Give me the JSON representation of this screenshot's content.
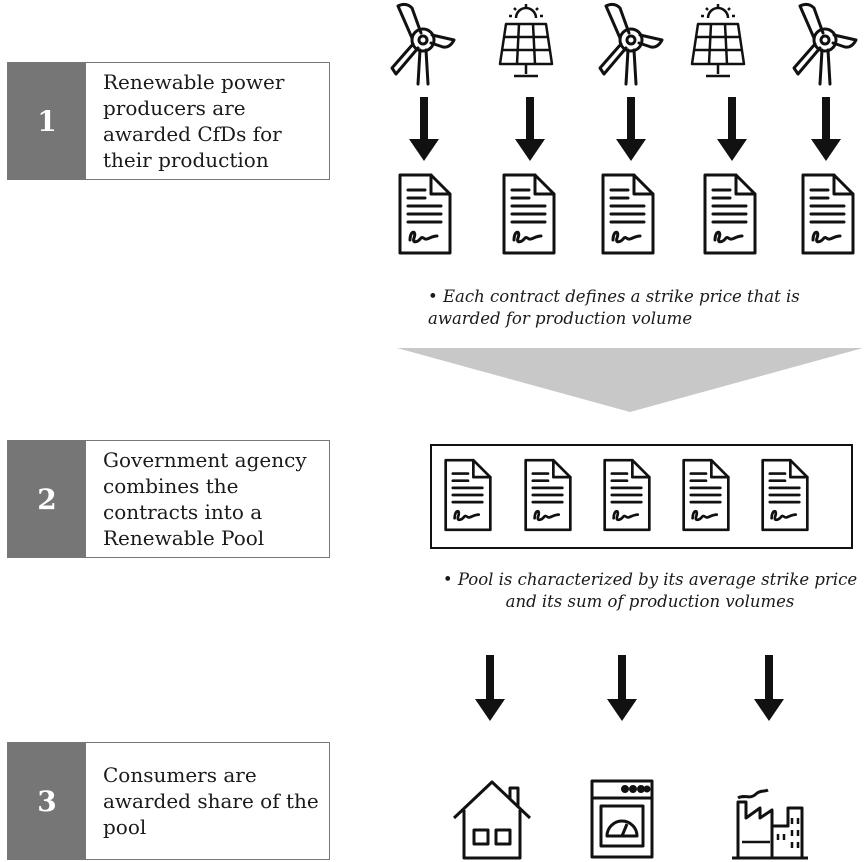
{
  "steps": [
    {
      "number": "1",
      "text": "Renewable power producers are awarded CfDs for their production"
    },
    {
      "number": "2",
      "text": "Government agency combines the contracts into a Renewable Pool"
    },
    {
      "number": "3",
      "text": "Consumers are awarded share of the pool"
    }
  ],
  "notes": {
    "contract": "• Each contract defines a strike price that is awarded for production volume",
    "pool": "• Pool is characterized by its average strike price and its sum of production volumes"
  },
  "producers": [
    "wind-turbine",
    "solar-panel",
    "wind-turbine",
    "solar-panel",
    "wind-turbine"
  ],
  "consumers": [
    "house",
    "oven",
    "factory"
  ],
  "colors": {
    "step_number_bg": "#767676",
    "funnel": "#c8c8c8",
    "ink": "#111111"
  }
}
